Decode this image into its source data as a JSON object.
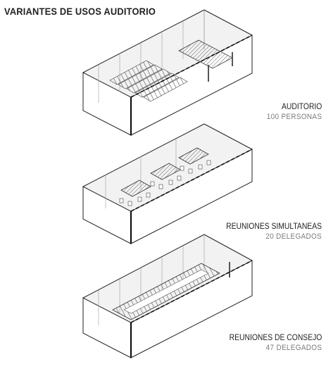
{
  "title": "VARIANTES DE USOS AUDITORIO",
  "variants": [
    {
      "name": "AUDITORIO",
      "capacity": "100 PERSONAS"
    },
    {
      "name": "REUNIONES SIMULTANEAS",
      "capacity": "20 DELEGADOS"
    },
    {
      "name": "REUNIONES DE CONSEJO",
      "capacity": "47 DELEGADOS"
    }
  ]
}
